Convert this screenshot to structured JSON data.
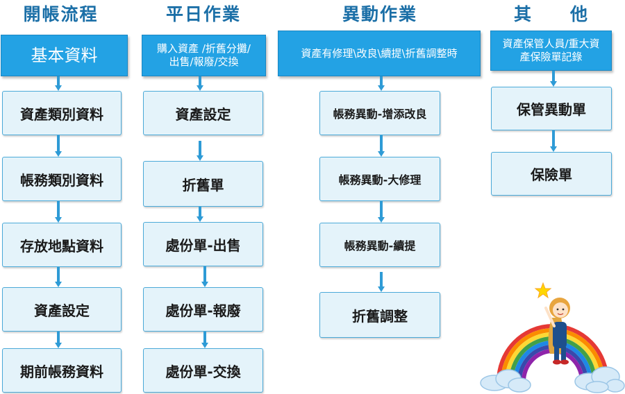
{
  "columns": [
    {
      "title": "開帳流程",
      "header": "基本資料",
      "steps": [
        "資產類別資料",
        "帳務類別資料",
        "存放地點資料",
        "資產設定",
        "期前帳務資料"
      ]
    },
    {
      "title": "平日作業",
      "header_lines": [
        "購入資產 /折舊分攤/",
        "出售/報廢/交換"
      ],
      "steps": [
        "資產設定",
        "折舊單",
        "處份單-出售",
        "處份單-報廢",
        "處份單-交換"
      ]
    },
    {
      "title": "異動作業",
      "header": "資產有修理\\改良\\續提\\折舊調整時",
      "steps": [
        "帳務異動-增添改良",
        "帳務異動-大修理",
        "帳務異動-續提",
        "折舊調整"
      ]
    },
    {
      "title": "其　　他",
      "header_lines": [
        "資產保管人員/重大資",
        "產保險單記錄"
      ],
      "steps": [
        "保管異動單",
        "保險單"
      ]
    }
  ],
  "decoration": {
    "illustration": "girl-on-rainbow-with-star-wand",
    "colors": {
      "title": "#1b6fa7",
      "header_fill": "#23a2e4",
      "step_fill": "#e4f3fa",
      "step_border": "#4aa9d8",
      "arrow": "#2e9bd6"
    }
  }
}
